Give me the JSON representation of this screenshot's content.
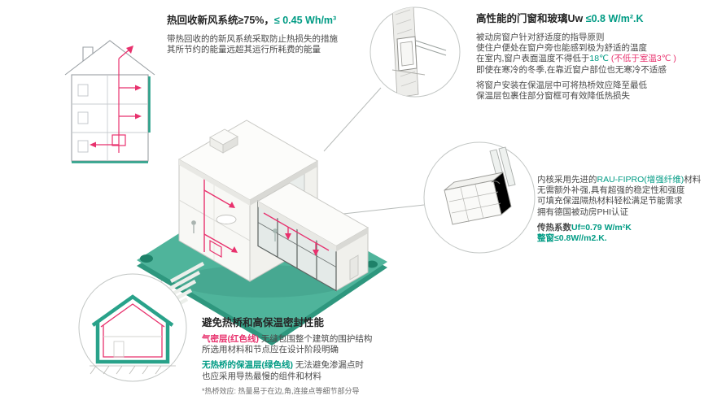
{
  "colors": {
    "teal": "#009b84",
    "magenta": "#e8316d",
    "ground_teal": "#4fb49b"
  },
  "heat_recovery": {
    "title_main": "热回收新风系统≥75%，",
    "title_accent": "≤ 0.45 Wh/m³",
    "line1": "带热回收的的新风系统采取防止热损失的措施",
    "line2": "其所节约的能量远超其运行所耗费的能量"
  },
  "windows": {
    "title_main": "高性能的门窗和玻璃Uw ",
    "title_accent": "≤0.8 W/m².K",
    "line1": "被动房窗户针对舒适度的指导原则",
    "line2": "使住户便处在窗户旁也能感到极为舒适的温度",
    "line3_a": "在室内,窗户表面温度不得低于",
    "line3_b": "18℃",
    "line3_c": " (不低于室温3℃ )",
    "line4": "即使在寒冷的冬季,在靠近窗户部位也无寒冷不适感",
    "line5": "将窗户安装在保温层中可将热桥效应降至最低",
    "line6": "保温层包裹住部分窗框可有效降低热损失"
  },
  "frame_profile": {
    "line1_a": "内核采用先进的",
    "line1_b": "RAU-FIPRO(增强纤维)",
    "line1_c": "材料",
    "line2": "无需额外补强,具有超强的稳定性和强度",
    "line3": "可填充保温隔热材料轻松满足节能需求",
    "line4": "拥有德国被动房PHI认证",
    "line5_a": "传热系数",
    "line5_b": "Uf=0.79 W/m²K",
    "line6": "整窗≤0.8W//m2.K."
  },
  "thermal_bridge": {
    "title": "避免热桥和高保温密封性能",
    "line1_a": "气密层(红色线)",
    "line1_b": " 无缝包围整个建筑的围护结构",
    "line2": "所选用材料和节点应在设计阶段明确",
    "line3_a": "无热桥的保温层(绿色线)",
    "line3_b": " 无法避免渗漏点时",
    "line4": "也应采用导热最慢的组件和材料",
    "footnote": "*热桥效应: 热量易于在边,角,连接点等细节部分导"
  }
}
